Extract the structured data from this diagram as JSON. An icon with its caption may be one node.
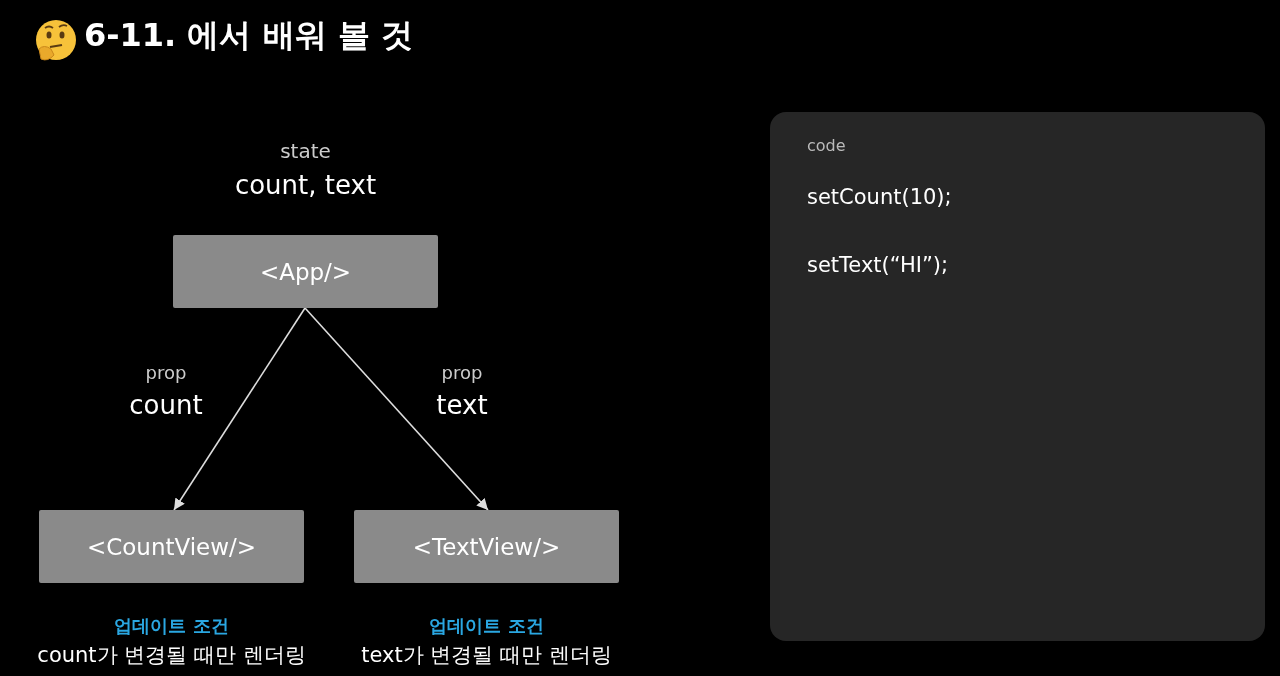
{
  "diagram": {
    "title": "6-11. 에서 배워 볼 것",
    "nodes": [
      {
        "text": [
          "<App/>"
        ],
        "beside": [
          "state",
          "count, text"
        ]
      },
      {
        "text": [
          "<CountView/>"
        ],
        "beside": [
          "업데이트 조건",
          "count가 변경될 때만 렌더링"
        ]
      },
      {
        "text": [
          "<TextView/>"
        ],
        "beside": [
          "업데이트 조건",
          "text가 변경될 때만 렌더링"
        ]
      },
      {
        "text": [
          "code",
          "setCount(10);",
          "setText(“HI”);"
        ]
      }
    ],
    "edges": [
      {
        "from": 0,
        "to": 1,
        "arrow": "to"
      },
      {
        "from": 0,
        "to": 2,
        "arrow": "to"
      }
    ],
    "labels": [
      "prop",
      "count",
      "prop",
      "text"
    ]
  }
}
